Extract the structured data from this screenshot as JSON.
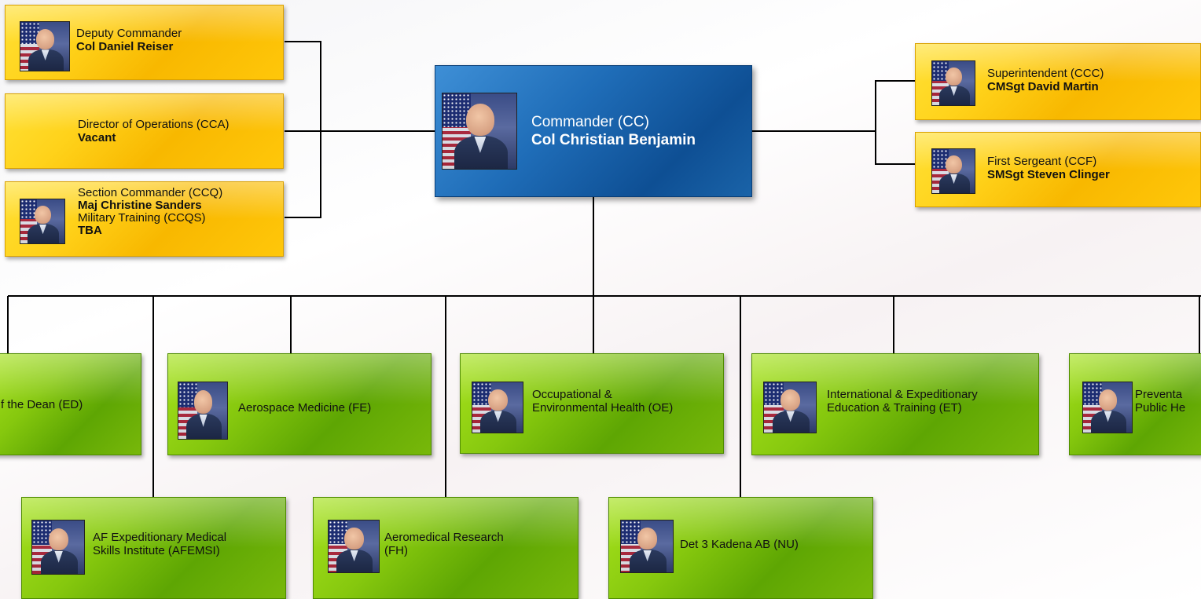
{
  "commander": {
    "title": "Commander (CC)",
    "name": "Col Christian Benjamin"
  },
  "deputy": {
    "title": "Deputy Commander",
    "name": "Col Daniel Reiser"
  },
  "director_ops": {
    "title": "Director of Operations (CCA)",
    "name": "Vacant"
  },
  "section_cc": {
    "title": "Section Commander (CCQ)",
    "name": "Maj Christine Sanders",
    "title2": "Military Training (CCQS)",
    "name2": "TBA"
  },
  "superintendent": {
    "title": "Superintendent (CCC)",
    "name": "CMSgt David Martin"
  },
  "first_sgt": {
    "title": "First Sergeant (CCF)",
    "name": "SMSgt Steven Clinger"
  },
  "divisions": {
    "dean": "f the Dean (ED)",
    "fe": "Aerospace Medicine (FE)",
    "oe_1": "Occupational &",
    "oe_2": "Environmental Health (OE)",
    "et_1": "International & Expeditionary",
    "et_2": "Education & Training (ET)",
    "ph_1": "Preventa",
    "ph_2": "Public He",
    "afemsi_1": "AF Expeditionary Medical",
    "afemsi_2": "Skills Institute (AFEMSI)",
    "fh_1": "Aeromedical Research",
    "fh_2": "(FH)",
    "nu": "Det 3 Kadena AB (NU)"
  },
  "colors": {
    "gold": "#ffd21a",
    "green": "#78b80a",
    "blue": "#1f6db8",
    "line": "#000000"
  },
  "icons": [
    "portrait-photo"
  ]
}
